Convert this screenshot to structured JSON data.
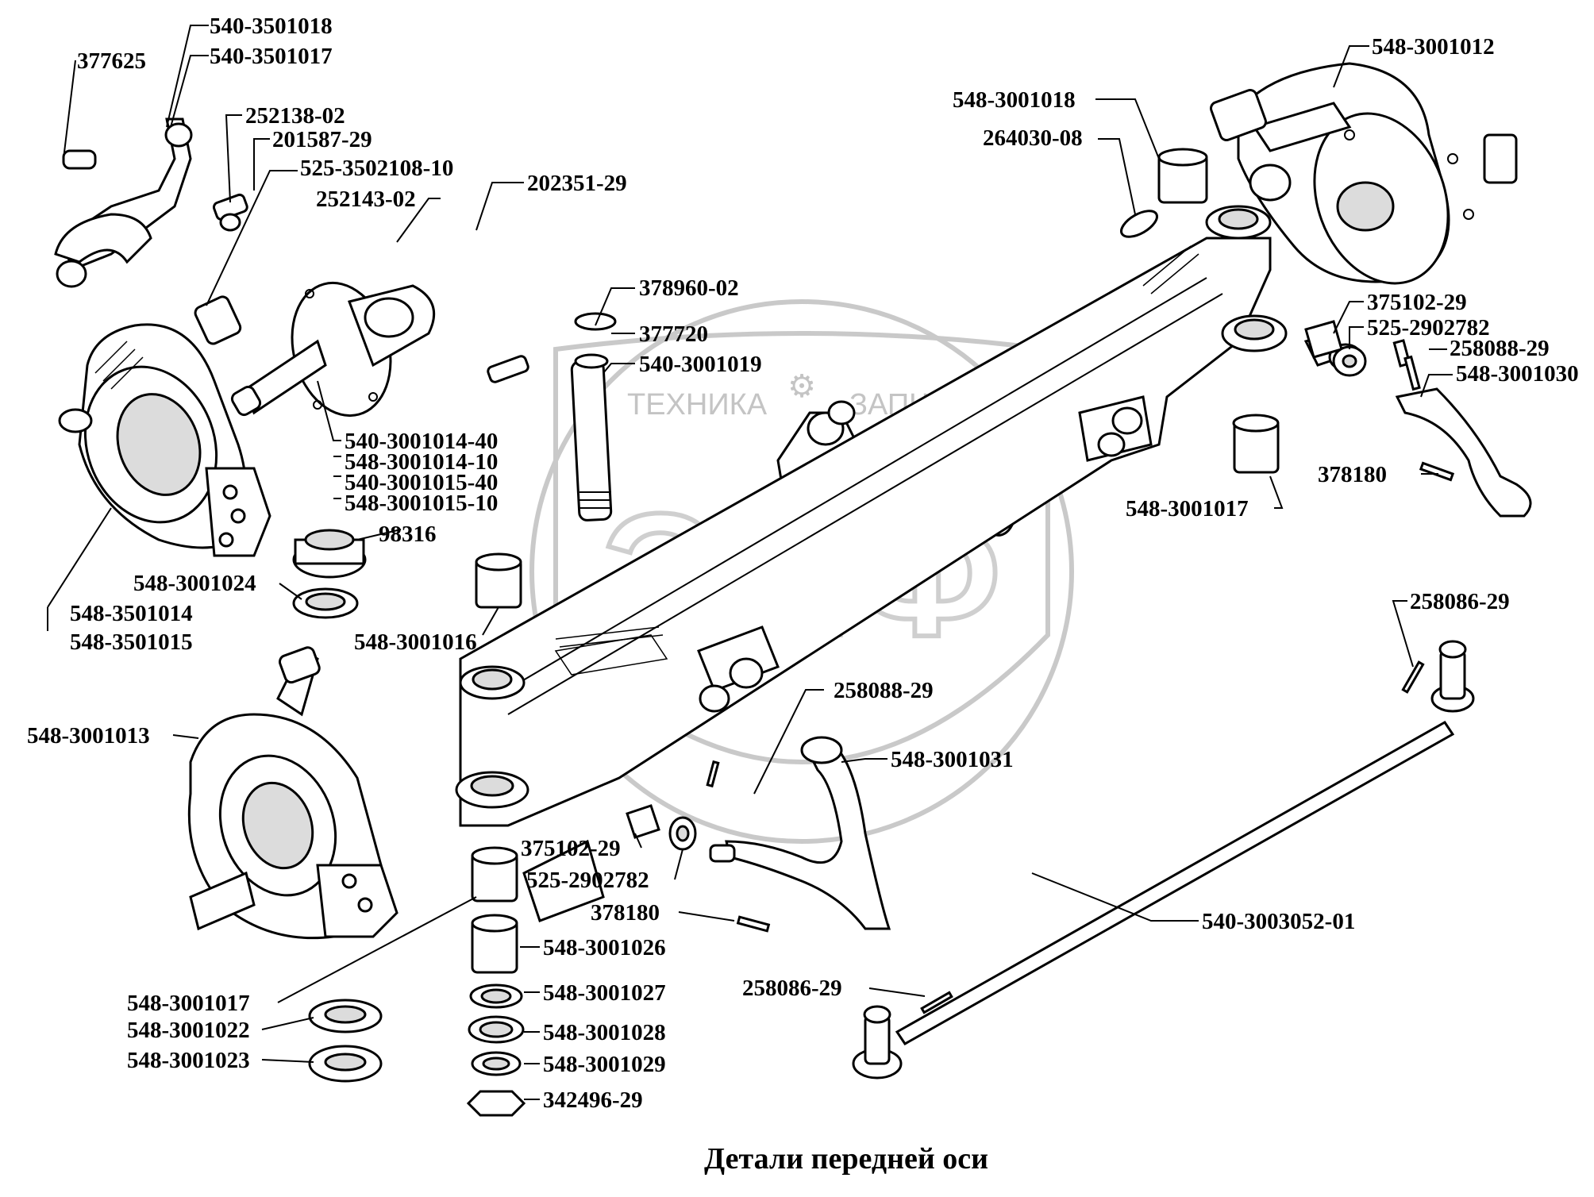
{
  "caption": "Детали передней оси",
  "watermark": {
    "text_left": "ТЕХНИКА",
    "text_right": "ЗАПЧАСТИ",
    "logo": "ЭПФ"
  },
  "parts": [
    "540-3501018",
    "540-3501017",
    "377625",
    "252138-02",
    "201587-29",
    "525-3502108-10",
    "202351-29",
    "252143-02",
    "378960-02",
    "377720",
    "540-3001019",
    "540-3001014-40",
    "548-3001014-10",
    "540-3001015-40",
    "548-3001015-10",
    "98316",
    "548-3001024",
    "548-3501014",
    "548-3501015",
    "548-3001016",
    "548-3001018",
    "264030-08",
    "548-3001012",
    "375102-29",
    "525-2902782",
    "258088-29",
    "548-3001030",
    "378180",
    "548-3001017",
    "258086-29",
    "548-3001013",
    "258088-29",
    "548-3001031",
    "375102-29",
    "525-2902782",
    "378180",
    "540-3003052-01",
    "548-3001026",
    "548-3001027",
    "548-3001028",
    "548-3001029",
    "342496-29",
    "258086-29",
    "548-3001017",
    "548-3001022",
    "548-3001023"
  ],
  "colors": {
    "ink": "#000000",
    "watermark": "#c9c9c9",
    "background": "#ffffff"
  }
}
